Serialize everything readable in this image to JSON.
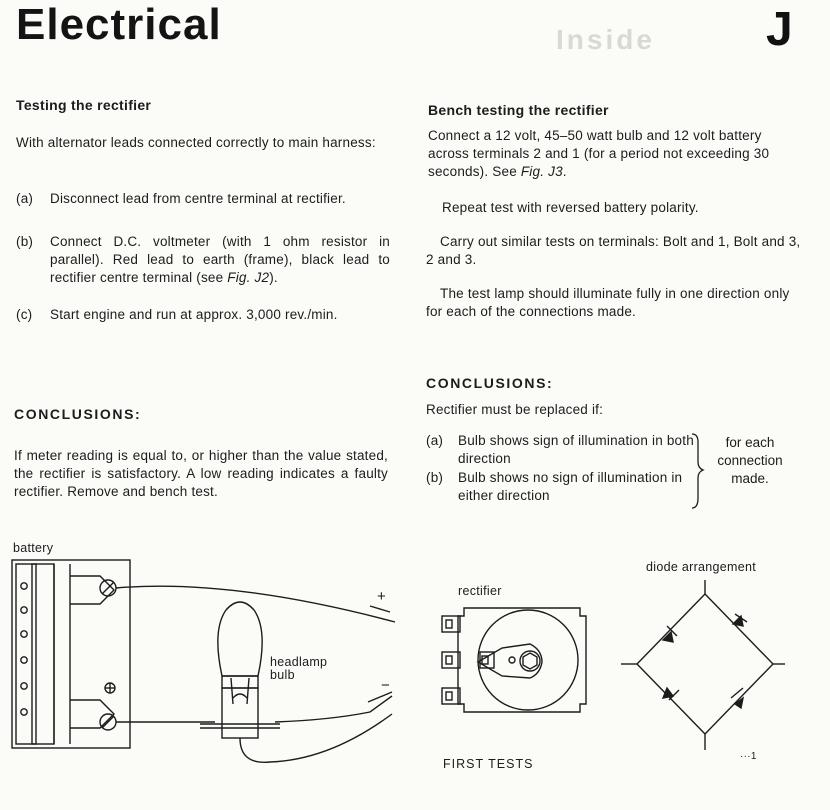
{
  "header": {
    "title": "Electrical",
    "faded_logo": "Inside",
    "section_letter": "J"
  },
  "left": {
    "heading": "Testing the rectifier",
    "intro": "With alternator leads connected correctly to main harness:",
    "steps": [
      {
        "label": "(a)",
        "text": "Disconnect lead from centre terminal at rectifier."
      },
      {
        "label": "(b)",
        "text_pre": "Connect D.C. voltmeter (with 1 ohm resistor in parallel). Red lead to earth (frame), black lead to rectifier centre terminal (see ",
        "fig": "Fig. J2",
        "text_post": ")."
      },
      {
        "label": "(c)",
        "text": "Start engine and run at approx. 3,000 rev./min."
      }
    ],
    "conclusions_heading": "CONCLUSIONS:",
    "conclusions_text": "If meter reading is equal to, or higher than the value stated, the rectifier is satisfactory. A low reading indicates a faulty rectifier. Remove and bench test."
  },
  "right": {
    "heading": "Bench testing the rectifier",
    "para1_pre": "Connect a 12 volt, 45–50 watt bulb and 12 volt battery across terminals 2 and 1 (for a period not exceeding 30 seconds). See ",
    "para1_fig": "Fig. J3",
    "para1_post": ".",
    "para2": "Repeat test with reversed battery polarity.",
    "para3": "Carry out similar tests on terminals: Bolt and 1, Bolt and 3, 2 and 3.",
    "para4": "The test lamp should illuminate fully in one direction only for each of the connections made.",
    "conclusions_heading": "CONCLUSIONS:",
    "conclusions_intro": "Rectifier must be replaced if:",
    "conclusions_items": [
      {
        "label": "(a)",
        "text": "Bulb shows sign of illumination in both direction"
      },
      {
        "label": "(b)",
        "text": "Bulb shows no sign of illumination in either direction"
      }
    ],
    "brace_note": [
      "for each",
      "connection",
      "made."
    ]
  },
  "figures": {
    "battery_label": "battery",
    "plus_sign": "+",
    "minus_sign": "−",
    "bulb_label": "headlamp bulb",
    "rectifier_label": "rectifier",
    "diode_label": "diode arrangement",
    "first_tests": "FIRST TESTS",
    "fig_number": "···1"
  },
  "colors": {
    "ink": "#1c1c1c",
    "paper": "#fbfbf8"
  }
}
